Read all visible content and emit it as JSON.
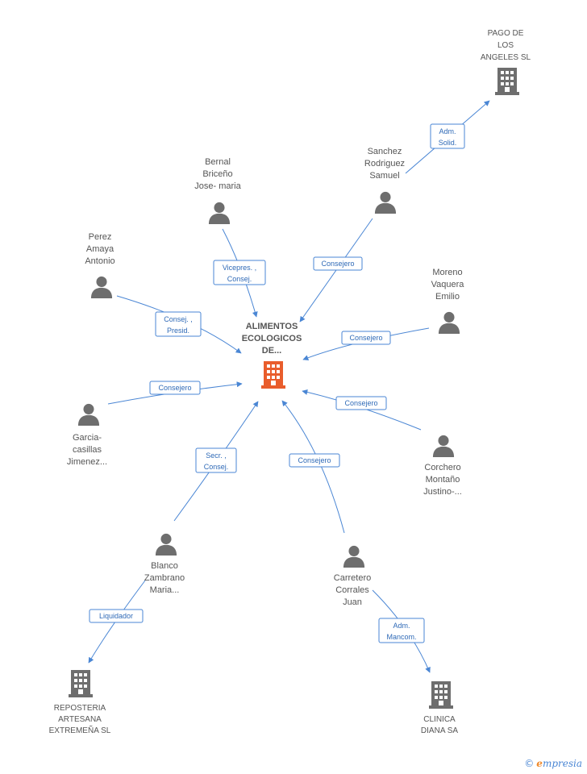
{
  "colors": {
    "edge": "#4a86d4",
    "edge_text": "#2f6ab7",
    "node_gray": "#6e6e6e",
    "center": "#e95d2c"
  },
  "center": {
    "label": [
      "ALIMENTOS",
      "ECOLOGICOS",
      "DE..."
    ],
    "icon": "building-icon"
  },
  "nodes": [
    {
      "id": "pago",
      "type": "company",
      "label": [
        "PAGO DE",
        "LOS",
        "ANGELES SL"
      ]
    },
    {
      "id": "sanchez",
      "type": "person",
      "label": [
        "Sanchez",
        "Rodriguez",
        "Samuel"
      ]
    },
    {
      "id": "bernal",
      "type": "person",
      "label": [
        "Bernal",
        "Briceño",
        "Jose- maria"
      ]
    },
    {
      "id": "perez",
      "type": "person",
      "label": [
        "Perez",
        "Amaya",
        "Antonio"
      ]
    },
    {
      "id": "moreno",
      "type": "person",
      "label": [
        "Moreno",
        "Vaquera",
        "Emilio"
      ]
    },
    {
      "id": "garcia",
      "type": "person",
      "label": [
        "Garcia-",
        "casillas",
        "Jimenez..."
      ]
    },
    {
      "id": "corchero",
      "type": "person",
      "label": [
        "Corchero",
        "Montaño",
        "Justino-..."
      ]
    },
    {
      "id": "blanco",
      "type": "person",
      "label": [
        "Blanco",
        "Zambrano",
        "Maria..."
      ]
    },
    {
      "id": "carretero",
      "type": "person",
      "label": [
        "Carretero",
        "Corrales",
        "Juan"
      ]
    },
    {
      "id": "reposteria",
      "type": "company",
      "label": [
        "REPOSTERIA",
        "ARTESANA",
        "EXTREMEÑA SL"
      ]
    },
    {
      "id": "clinica",
      "type": "company",
      "label": [
        "CLINICA",
        "DIANA SA"
      ]
    }
  ],
  "edges": [
    {
      "id": "e-sanchez-pago",
      "label": [
        "Adm.",
        "Solid."
      ]
    },
    {
      "id": "e-sanchez-center",
      "label": [
        "Consejero"
      ]
    },
    {
      "id": "e-bernal-center",
      "label": [
        "Vicepres. ,",
        "Consej."
      ]
    },
    {
      "id": "e-perez-center",
      "label": [
        "Consej. ,",
        "Presid."
      ]
    },
    {
      "id": "e-moreno-center",
      "label": [
        "Consejero"
      ]
    },
    {
      "id": "e-garcia-center",
      "label": [
        "Consejero"
      ]
    },
    {
      "id": "e-corchero-center",
      "label": [
        "Consejero"
      ]
    },
    {
      "id": "e-blanco-center",
      "label": [
        "Secr. ,",
        "Consej."
      ]
    },
    {
      "id": "e-carretero-center",
      "label": [
        "Consejero"
      ]
    },
    {
      "id": "e-blanco-reposteria",
      "label": [
        "Liquidador"
      ]
    },
    {
      "id": "e-carretero-clinica",
      "label": [
        "Adm.",
        "Mancom."
      ]
    }
  ],
  "brand": {
    "copyright": "©",
    "name_initial": "e",
    "name_rest": "mpresia"
  }
}
